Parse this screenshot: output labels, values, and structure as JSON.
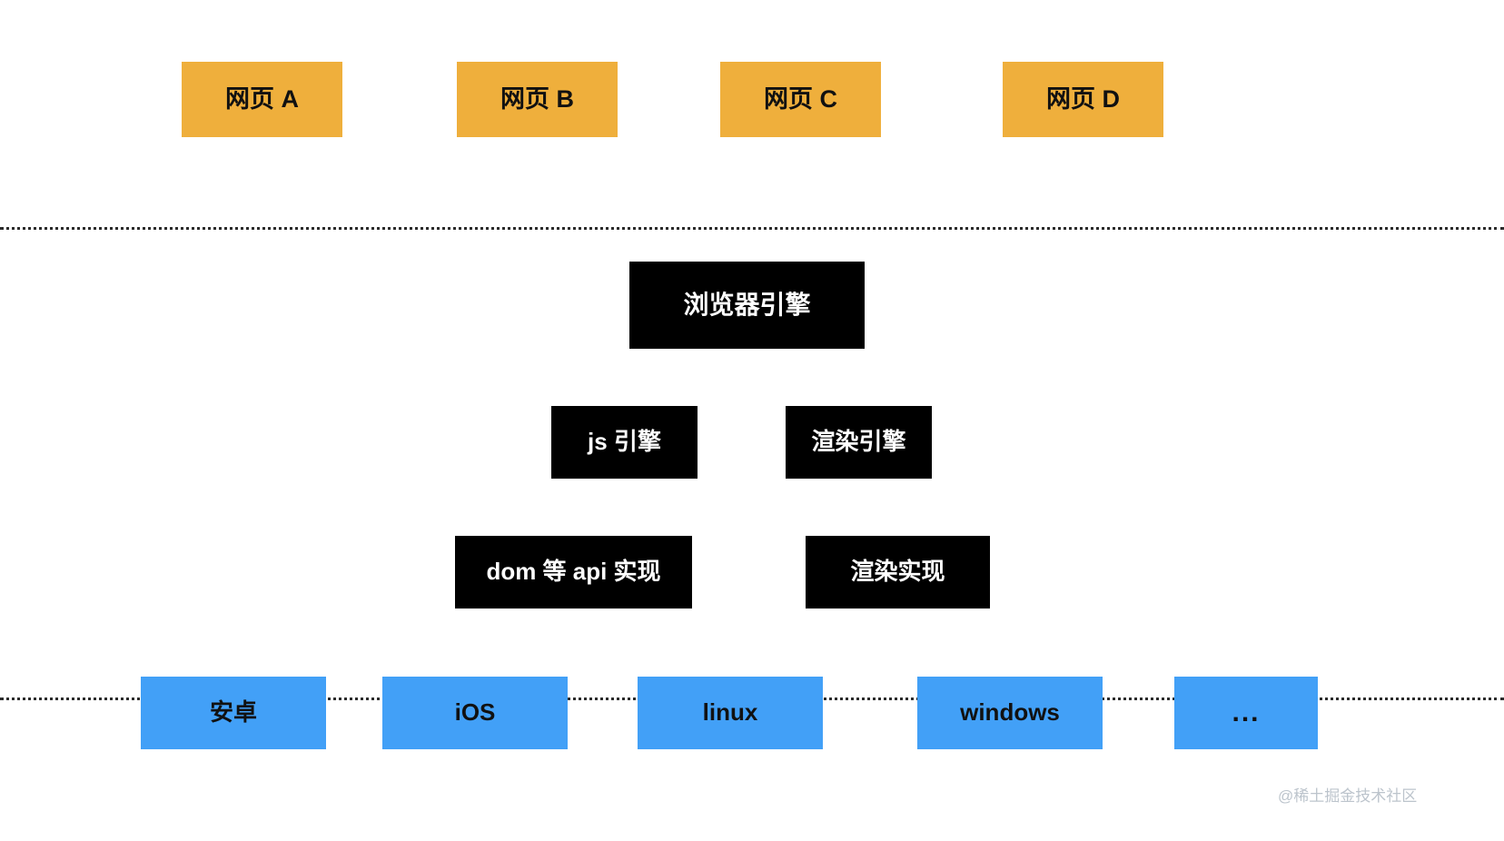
{
  "diagram": {
    "title": "browser-architecture-layers",
    "background_color": "#ffffff",
    "colors": {
      "page_layer": "#efaf3c",
      "engine_layer": "#000000",
      "os_layer": "#42a0f7",
      "divider": "#2b2b2b",
      "watermark": "#bcc4cc"
    },
    "layers": [
      {
        "name": "web-pages",
        "nodes": [
          {
            "label": "网页 A"
          },
          {
            "label": "网页 B"
          },
          {
            "label": "网页 C"
          },
          {
            "label": "网页 D"
          }
        ]
      },
      {
        "name": "browser-engine",
        "nodes": [
          {
            "label": "浏览器引擎"
          }
        ]
      },
      {
        "name": "sub-engines",
        "nodes": [
          {
            "label": "js 引擎"
          },
          {
            "label": "渲染引擎"
          }
        ]
      },
      {
        "name": "implementations",
        "nodes": [
          {
            "label": "dom 等 api 实现"
          },
          {
            "label": "渲染实现"
          }
        ]
      },
      {
        "name": "operating-systems",
        "nodes": [
          {
            "label": "安卓"
          },
          {
            "label": "iOS"
          },
          {
            "label": "linux"
          },
          {
            "label": "windows"
          },
          {
            "label": "..."
          }
        ]
      }
    ],
    "dividers": [
      {
        "name": "divider-top"
      },
      {
        "name": "divider-bottom"
      }
    ],
    "watermark": "@稀土掘金技术社区"
  }
}
